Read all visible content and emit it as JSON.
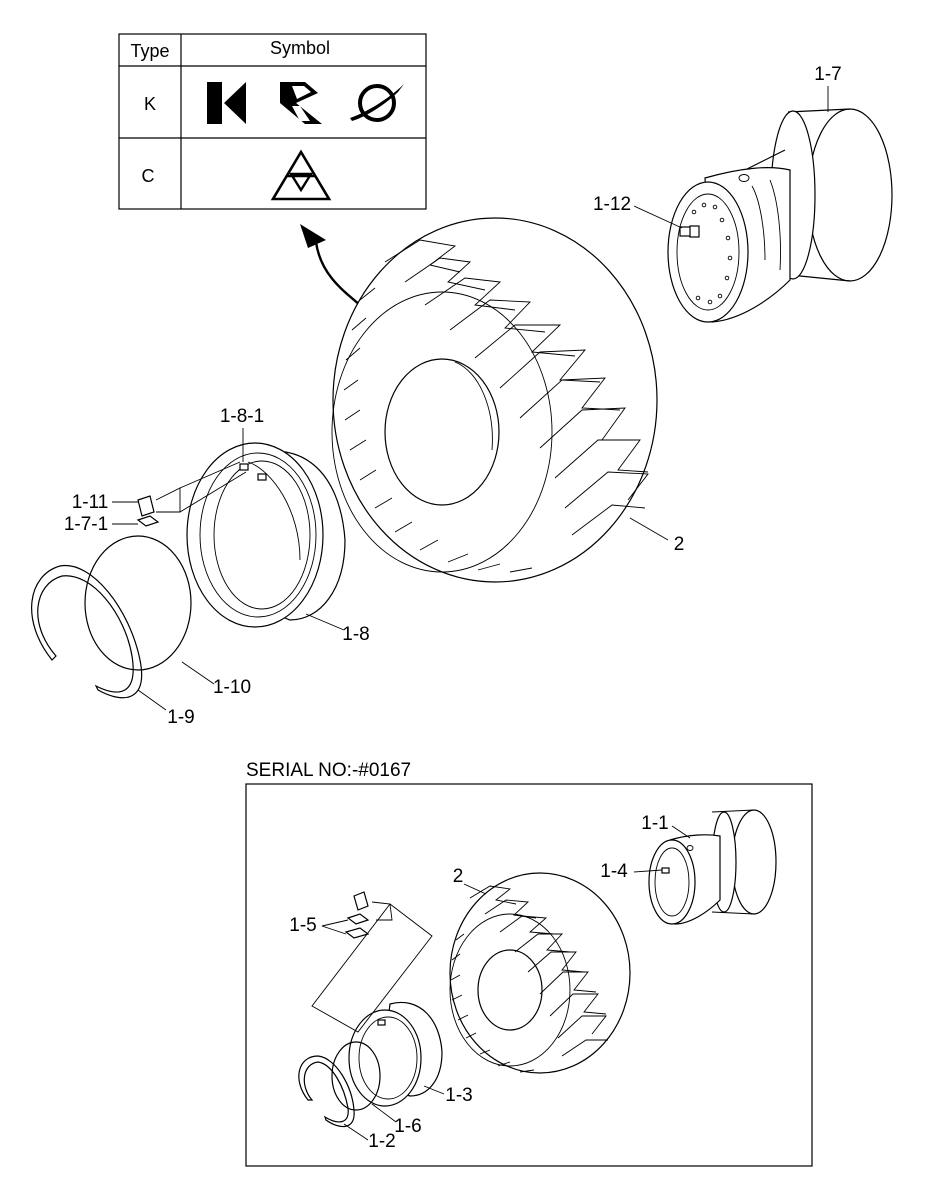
{
  "legend": {
    "header_type": "Type",
    "header_symbol": "Symbol",
    "rows": [
      {
        "type": "K",
        "symbols": [
          "k-brand-logo-1",
          "k-brand-logo-2",
          "k-brand-logo-3"
        ]
      },
      {
        "type": "C",
        "symbols": [
          "c-triangle-logo"
        ]
      }
    ]
  },
  "upper_assembly": {
    "labels": {
      "rim": "1-7",
      "rim_valve": "1-12",
      "side_ring": "1-8-1",
      "lock_parts": "1-11",
      "lock_clip": "1-7-1",
      "flange": "1-8",
      "o_ring": "1-10",
      "lock_ring": "1-9",
      "tire": "2"
    }
  },
  "serial_section": {
    "title": "SERIAL NO:-#0167",
    "labels": {
      "rim": "1-1",
      "valve": "1-4",
      "tire": "2",
      "lock_parts": "1-5",
      "flange": "1-3",
      "o_ring": "1-6",
      "lock_ring": "1-2"
    }
  }
}
